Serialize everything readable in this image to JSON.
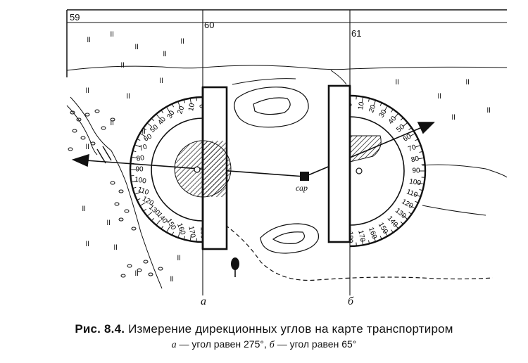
{
  "grid": {
    "labels": [
      "59",
      "60",
      "61"
    ]
  },
  "protractor_a": {
    "ticks": [
      "0",
      "10",
      "20",
      "30",
      "40",
      "50",
      "60",
      "70",
      "80",
      "90",
      "100",
      "110",
      "120",
      "130",
      "140",
      "150",
      "160",
      "170",
      "180"
    ],
    "inner_ticks": [
      "180",
      "160",
      "140"
    ]
  },
  "protractor_b": {
    "ticks": [
      "0",
      "10",
      "20",
      "30",
      "40",
      "50",
      "60",
      "70",
      "80",
      "90",
      "100",
      "110",
      "120",
      "130",
      "140",
      "150",
      "160",
      "170",
      "180"
    ],
    "inner_ticks": [
      "180",
      "170",
      "160",
      "140"
    ]
  },
  "map": {
    "marker": "сар"
  },
  "panels": {
    "a": "а",
    "b": "б"
  },
  "caption": {
    "prefix": "Рис. 8.4.",
    "title": "Измерение дирекционных углов на карте транспортиром",
    "sub_a_letter": "а",
    "sub_a_text": " — угол равен 275°,",
    "sub_b_letter": "б",
    "sub_b_text": " — угол равен 65°"
  }
}
